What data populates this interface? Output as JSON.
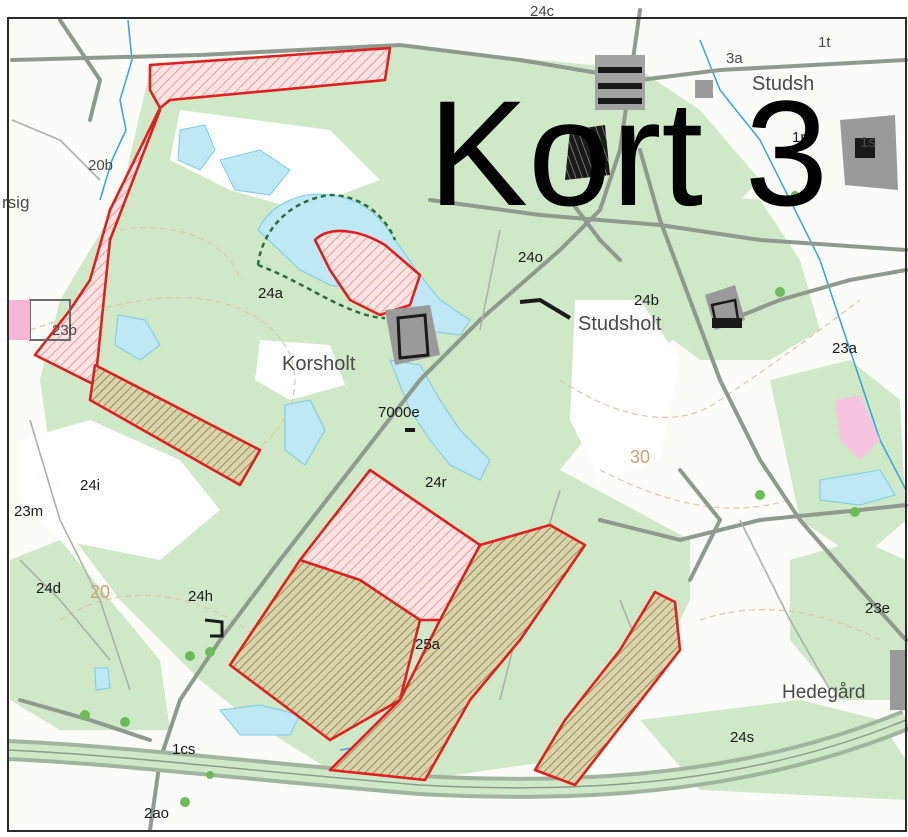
{
  "map": {
    "title": "Kort 3",
    "colors": {
      "forest": "#cfe8c7",
      "open": "#ffffff",
      "water": "#bfe8f5",
      "road": "#8c9a8c",
      "highway": "#7f8f7f",
      "boundary_red": "#e02020",
      "hatch_pink": "#f3b7b7",
      "hatch_olive": "#9d8f4e",
      "building": "#6b6b6b",
      "contour": "#d9b28e"
    },
    "labels": {
      "l_24c": "24c",
      "l_3a": "3a",
      "l_1t": "1t",
      "l_studsh_top": "Studsh",
      "l_1m": "1m",
      "l_1s": "1s",
      "l_20b": "20b",
      "l_sig": "rsig",
      "l_24a": "24a",
      "l_23b": "23b",
      "l_korsholt": "Korsholt",
      "l_24o": "24o",
      "l_24b": "24b",
      "l_studsholt": "Studsholt",
      "l_23a": "23a",
      "l_7000e": "7000e",
      "l_30": "30",
      "l_24i": "24i",
      "l_24r": "24r",
      "l_23m": "23m",
      "l_24d": "24d",
      "l_20": "20",
      "l_24h": "24h",
      "l_25a": "25a",
      "l_23e": "23e",
      "l_hedegaard": "Hedegård",
      "l_24s": "24s",
      "l_1cs": "1cs",
      "l_2ao": "2ao"
    }
  }
}
